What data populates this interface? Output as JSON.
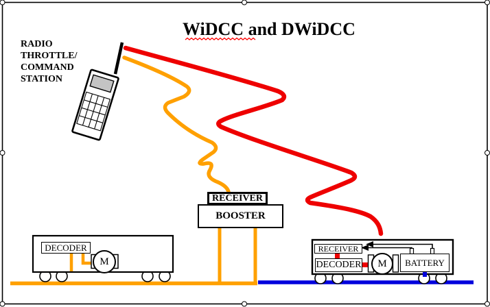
{
  "title": {
    "first_word": "WiDCC",
    "rest": " and DWiDCC"
  },
  "station": {
    "label": "RADIO\nTHROTTLE/\nCOMMAND\nSTATION"
  },
  "booster_unit": {
    "receiver_label": "RECEIVER",
    "booster_label": "BOOSTER"
  },
  "left_car": {
    "decoder_label": "DECODER",
    "motor_label": "M"
  },
  "right_car": {
    "receiver_label": "RECEIVER",
    "decoder_label": "DECODER",
    "motor_label": "M",
    "battery_label": "BATTERY"
  },
  "icons": {
    "handset": "radio-handset-icon",
    "antenna": "antenna-icon"
  },
  "colors": {
    "orange": "#FFA000",
    "red": "#EE0000",
    "squiggle_red": "#FF0000",
    "blue": "#0000DD",
    "black": "#000000",
    "screen_gray": "#C4C4C4"
  }
}
